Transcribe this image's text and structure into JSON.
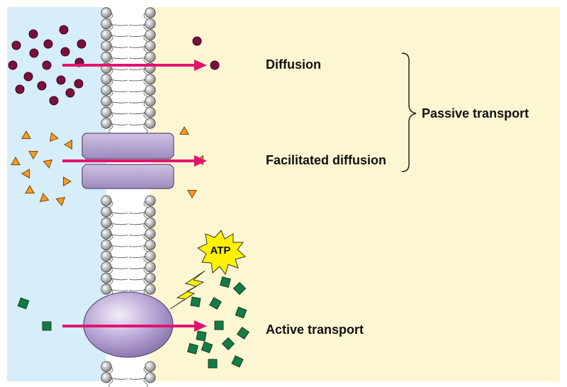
{
  "labels": {
    "diffusion": "Diffusion",
    "facilitated": "Facilitated diffusion",
    "active": "Active transport",
    "passive": "Passive transport",
    "atp": "ATP"
  },
  "colors": {
    "outside": "#d6eefa",
    "inside": "#fdf6d2",
    "arrow": "#e0146e",
    "molecule": "#7a1040",
    "triangle": "#f59b2a",
    "square": "#167a45",
    "protein": "#b8a8d0",
    "atp_star": "#fff200",
    "lipid_head": "#d0d0d0"
  },
  "icons": {
    "transport_arrow": "arrow-right-icon",
    "energy": "lightning-bolt-icon",
    "atp": "starburst-icon"
  }
}
